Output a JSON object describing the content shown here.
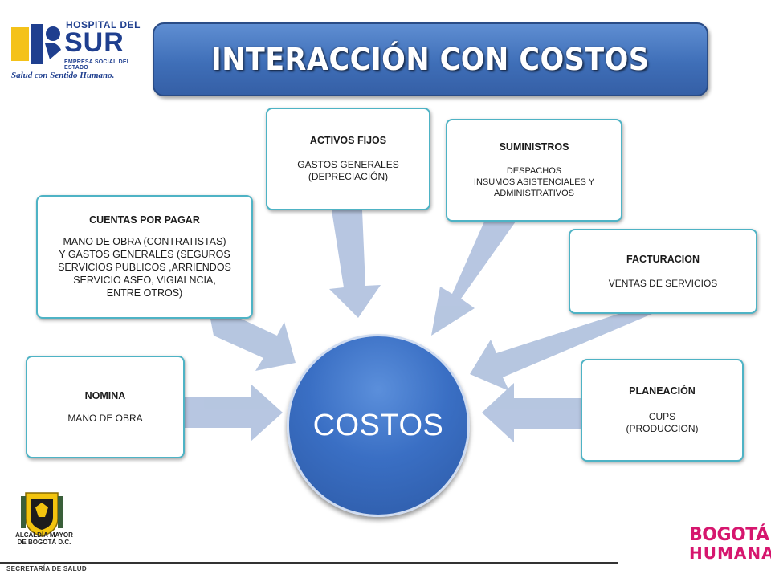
{
  "header": {
    "title": "INTERACCIÓN CON COSTOS",
    "logo": {
      "top": "HOSPITAL DEL",
      "name": "SUR",
      "sub": "EMPRESA SOCIAL DEL ESTADO",
      "slogan": "Salud con Sentido Humano."
    }
  },
  "center": {
    "label": "COSTOS"
  },
  "boxes": {
    "nomina": {
      "title": "NOMINA",
      "lines": [
        "MANO DE OBRA"
      ]
    },
    "cuentas": {
      "title": "CUENTAS POR PAGAR",
      "lines": [
        "MANO DE OBRA (CONTRATISTAS)",
        "Y GASTOS GENERALES (SEGUROS",
        "SERVICIOS PUBLICOS ,ARRIENDOS",
        "SERVICIO ASEO, VIGIALNCIA,",
        "ENTRE OTROS)"
      ]
    },
    "activos": {
      "title": "ACTIVOS FIJOS",
      "lines": [
        "GASTOS GENERALES",
        "(DEPRECIACIÓN)"
      ]
    },
    "suministros": {
      "title": "SUMINISTROS",
      "lines": [
        "DESPACHOS",
        "INSUMOS ASISTENCIALES Y",
        "ADMINISTRATIVOS"
      ]
    },
    "facturacion": {
      "title": "FACTURACION",
      "lines": [
        "VENTAS DE SERVICIOS"
      ]
    },
    "planeacion": {
      "title": "PLANEACIÓN",
      "lines": [
        "CUPS",
        "(PRODUCCION)"
      ]
    }
  },
  "footer": {
    "entity_line1": "ALCALDÍA MAYOR",
    "entity_line2": "DE BOGOTÁ D.C.",
    "secretaria": "SECRETARÍA DE SALUD",
    "brand_line1": "BOGOTÁ",
    "brand_line2": "HUMANA"
  },
  "colors": {
    "arrow": "#b3c3df",
    "box_border": "#4eb3c5",
    "circle": "#3a6fc4",
    "banner": "#4a7cc4"
  }
}
